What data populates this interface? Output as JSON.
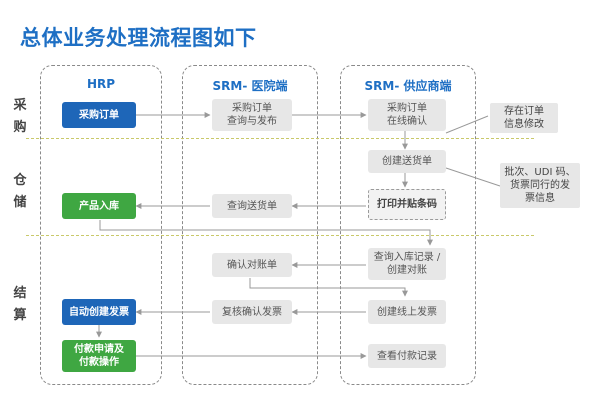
{
  "title": "总体业务处理流程图如下",
  "lanes": {
    "hrp": "HRP",
    "hospital": "SRM- 医院端",
    "supplier": "SRM- 供应商端"
  },
  "sections": {
    "purchase": "采\n购",
    "warehouse": "仓\n储",
    "settlement": "结\n算"
  },
  "nodes": {
    "hrp_po": "采购订单",
    "hrp_stockin": "产品入库",
    "hrp_auto_invoice": "自动创建发票",
    "hrp_payment": "付款申请及\n付款操作",
    "hosp_po_query": "采购订单\n查询与发布",
    "hosp_delivery_query": "查询送货单",
    "hosp_confirm_statement": "确认对账单",
    "hosp_review_invoice": "复核确认发票",
    "sup_po_confirm": "采购订单\n在线确认",
    "sup_create_delivery": "创建送货单",
    "sup_print_labels": "打印并贴条码",
    "sup_query_stockin": "查询入库记录 /\n创建对账",
    "sup_create_invoice": "创建线上发票",
    "sup_view_payment": "查看付款记录"
  },
  "notes": {
    "note1": "存在订单\n信息修改",
    "note2": "批次、UDI 码、\n货票同行的发\n票信息"
  },
  "colors": {
    "accent": "#1e6fc4",
    "hrp_blue": "#1e66b8",
    "hrp_green": "#3fa742",
    "gray_box": "#e7e7e7",
    "arrow": "#999999"
  }
}
